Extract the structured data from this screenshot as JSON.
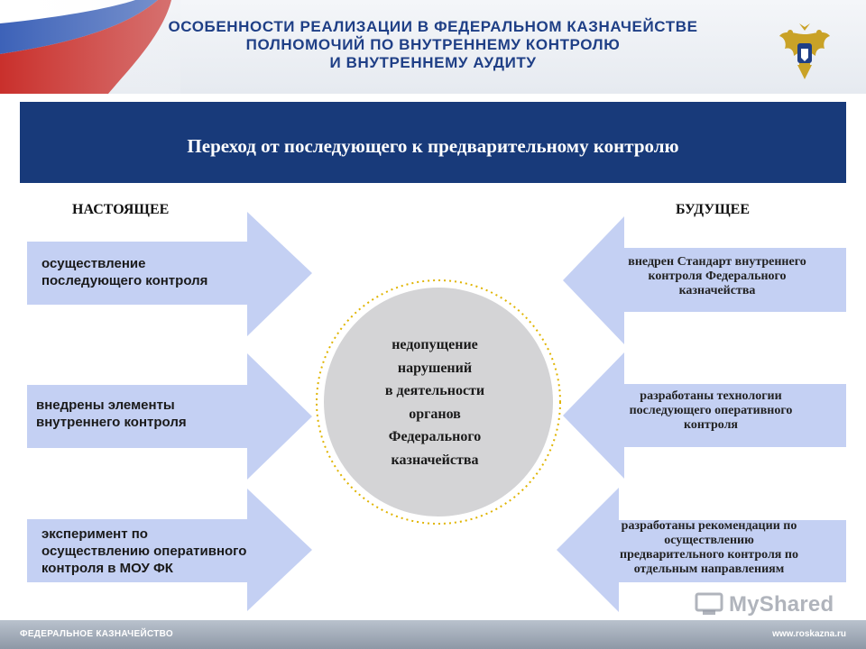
{
  "header": {
    "title_lines": [
      "ОСОБЕННОСТИ РЕАЛИЗАЦИИ В ФЕДЕРАЛЬНОМ КАЗНАЧЕЙСТВЕ",
      "ПОЛНОМОЧИЙ ПО ВНУТРЕННЕМУ КОНТРОЛЮ",
      "И ВНУТРЕННЕМУ АУДИТУ"
    ]
  },
  "banner": {
    "text": "Переход от последующего к предварительному контролю"
  },
  "columns": {
    "left_heading": "НАСТОЯЩЕЕ",
    "right_heading": "БУДУЩЕЕ"
  },
  "left_items": [
    {
      "lines": [
        "осуществление",
        "последующего контроля"
      ]
    },
    {
      "lines": [
        "внедрены элементы",
        "внутреннего контроля"
      ]
    },
    {
      "lines": [
        "эксперимент по",
        "осуществлению оперативного",
        "контроля в МОУ ФК"
      ]
    }
  ],
  "right_items": [
    {
      "lines": [
        "внедрен Стандарт внутреннего",
        "контроля Федерального",
        "казначейства"
      ]
    },
    {
      "lines": [
        "разработаны технологии",
        "последующего оперативного",
        "контроля"
      ]
    },
    {
      "lines": [
        "разработаны рекомендации по",
        "осуществлению",
        "предварительного контроля по",
        "отдельным направлениям"
      ]
    }
  ],
  "center": {
    "lines": [
      "недопущение",
      "нарушений",
      "в деятельности",
      "органов",
      "Федерального",
      "казначейства"
    ]
  },
  "footer": {
    "left": "ФЕДЕРАЛЬНОЕ КАЗНАЧЕЙСТВО",
    "right": "www.roskazna.ru"
  },
  "watermark": {
    "text": "MyShared"
  },
  "colors": {
    "title": "#1f3f86",
    "banner": "#183a7a",
    "arrow": "#c4d0f3",
    "circle": "#d4d4d6",
    "circle_border": "#e0b400"
  }
}
